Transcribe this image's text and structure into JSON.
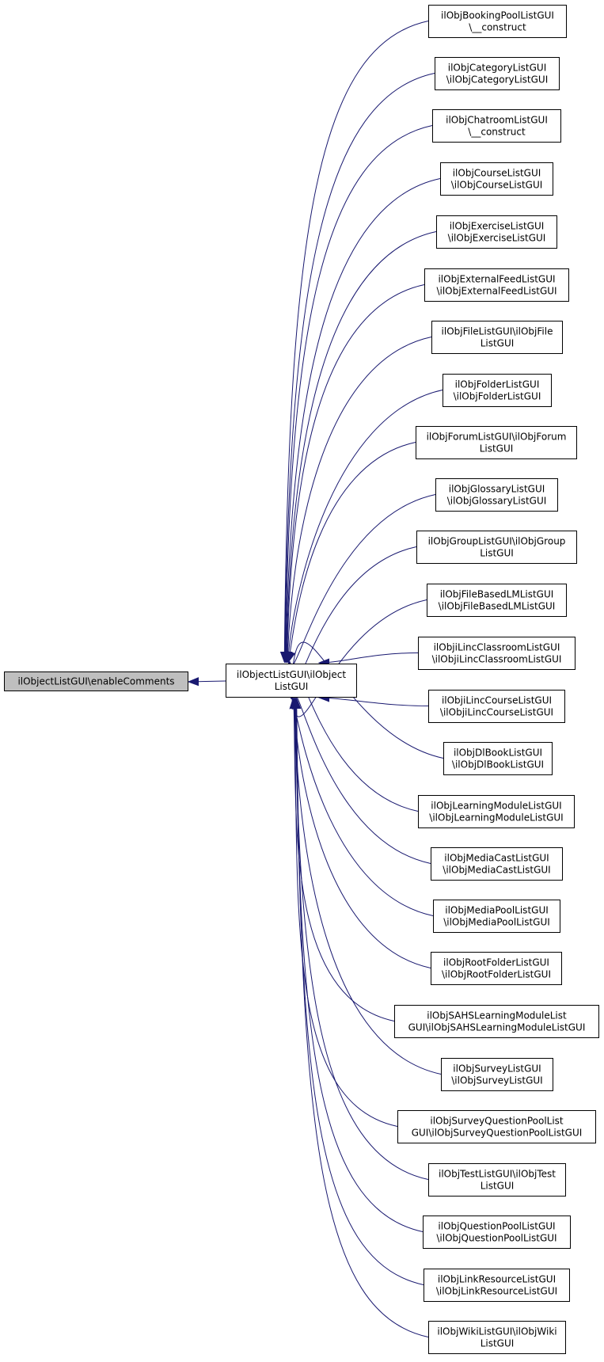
{
  "colors": {
    "edge": "#191970",
    "highlight_fill": "#bfbfbf",
    "node_fill": "#ffffff",
    "node_stroke": "#000000"
  },
  "target": {
    "id": "enable-comments",
    "lines": [
      "ilObjectListGUI\\enableComments"
    ]
  },
  "center": {
    "id": "ilobjectlistgui",
    "lines": [
      "ilObjectListGUI\\ilObject",
      "ListGUI"
    ]
  },
  "callers": [
    {
      "id": "bookingpool",
      "lines": [
        "ilObjBookingPoolListGUI",
        "\\__construct"
      ]
    },
    {
      "id": "category",
      "lines": [
        "ilObjCategoryListGUI",
        "\\ilObjCategoryListGUI"
      ]
    },
    {
      "id": "chatroom",
      "lines": [
        "ilObjChatroomListGUI",
        "\\__construct"
      ]
    },
    {
      "id": "course",
      "lines": [
        "ilObjCourseListGUI",
        "\\ilObjCourseListGUI"
      ]
    },
    {
      "id": "exercise",
      "lines": [
        "ilObjExerciseListGUI",
        "\\ilObjExerciseListGUI"
      ]
    },
    {
      "id": "externalfeed",
      "lines": [
        "ilObjExternalFeedListGUI",
        "\\ilObjExternalFeedListGUI"
      ]
    },
    {
      "id": "file",
      "lines": [
        "ilObjFileListGUI\\ilObjFile",
        "ListGUI"
      ]
    },
    {
      "id": "folder",
      "lines": [
        "ilObjFolderListGUI",
        "\\ilObjFolderListGUI"
      ]
    },
    {
      "id": "forum",
      "lines": [
        "ilObjForumListGUI\\ilObjForum",
        "ListGUI"
      ]
    },
    {
      "id": "glossary",
      "lines": [
        "ilObjGlossaryListGUI",
        "\\ilObjGlossaryListGUI"
      ]
    },
    {
      "id": "group",
      "lines": [
        "ilObjGroupListGUI\\ilObjGroup",
        "ListGUI"
      ]
    },
    {
      "id": "filebasedlm",
      "lines": [
        "ilObjFileBasedLMListGUI",
        "\\ilObjFileBasedLMListGUI"
      ]
    },
    {
      "id": "iliincclassroom",
      "lines": [
        "ilObjiLincClassroomListGUI",
        "\\ilObjiLincClassroomListGUI"
      ]
    },
    {
      "id": "iliinccourse",
      "lines": [
        "ilObjiLincCourseListGUI",
        "\\ilObjiLincCourseListGUI"
      ]
    },
    {
      "id": "dlbook",
      "lines": [
        "ilObjDlBookListGUI",
        "\\ilObjDlBookListGUI"
      ]
    },
    {
      "id": "learningmodule",
      "lines": [
        "ilObjLearningModuleListGUI",
        "\\ilObjLearningModuleListGUI"
      ]
    },
    {
      "id": "mediacast",
      "lines": [
        "ilObjMediaCastListGUI",
        "\\ilObjMediaCastListGUI"
      ]
    },
    {
      "id": "mediapool",
      "lines": [
        "ilObjMediaPoolListGUI",
        "\\ilObjMediaPoolListGUI"
      ]
    },
    {
      "id": "rootfolder",
      "lines": [
        "ilObjRootFolderListGUI",
        "\\ilObjRootFolderListGUI"
      ]
    },
    {
      "id": "sahslearningmodule",
      "lines": [
        "ilObjSAHSLearningModuleList",
        "GUI\\ilObjSAHSLearningModuleListGUI"
      ]
    },
    {
      "id": "survey",
      "lines": [
        "ilObjSurveyListGUI",
        "\\ilObjSurveyListGUI"
      ]
    },
    {
      "id": "surveyquestionpool",
      "lines": [
        "ilObjSurveyQuestionPoolList",
        "GUI\\ilObjSurveyQuestionPoolListGUI"
      ]
    },
    {
      "id": "test",
      "lines": [
        "ilObjTestListGUI\\ilObjTest",
        "ListGUI"
      ]
    },
    {
      "id": "questionpool",
      "lines": [
        "ilObjQuestionPoolListGUI",
        "\\ilObjQuestionPoolListGUI"
      ]
    },
    {
      "id": "linkresource",
      "lines": [
        "ilObjLinkResourceListGUI",
        "\\ilObjLinkResourceListGUI"
      ]
    },
    {
      "id": "wiki",
      "lines": [
        "ilObjWikiListGUI\\ilObjWiki",
        "ListGUI"
      ]
    }
  ]
}
